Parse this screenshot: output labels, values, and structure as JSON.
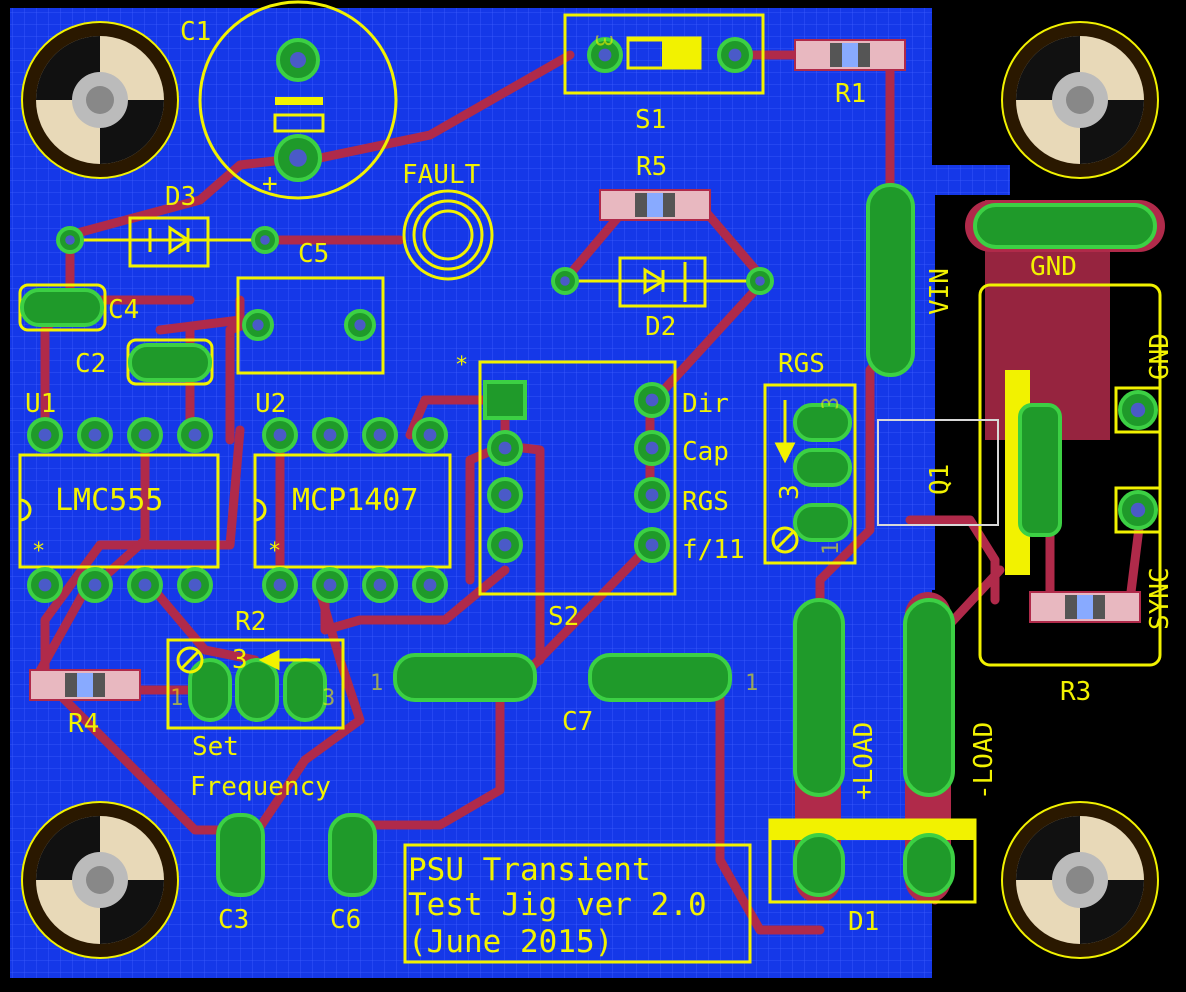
{
  "colors": {
    "background": "#000000",
    "board": "#1538e8",
    "grid": "#3d5cff",
    "trace": "#b02a4a",
    "silkscreen": "#f2f200",
    "pad_copper": "#1f9a2a",
    "pad_ring": "#3cd044",
    "drill": "#4a5ac8",
    "keepout": "#d8d8d8"
  },
  "labels": {
    "c1": "C1",
    "c2": "C2",
    "c3": "C3",
    "c4": "C4",
    "c5": "C5",
    "c6": "C6",
    "c7": "C7",
    "d1": "D1",
    "d2": "D2",
    "d3": "D3",
    "r1": "R1",
    "r2": "R2",
    "r3": "R3",
    "r4": "R4",
    "r5": "R5",
    "s1": "S1",
    "s2": "S2",
    "u1": "U1",
    "u2": "U2",
    "q1": "Q1",
    "fault": "FAULT",
    "lmc555": "LMC555",
    "mcp1407": "MCP1407",
    "vin": "VIN",
    "gnd_top": "GND",
    "gnd_side": "GND",
    "sync": "SYNC",
    "plus_load": "+LOAD",
    "minus_load": "-LOAD",
    "rgs": "RGS",
    "dir": "Dir",
    "cap": "Cap",
    "rgs_pin": "RGS",
    "f11": "f/11",
    "set": "Set",
    "frequency": "Frequency",
    "pot_num_r2": "3",
    "pot_num_rgs": "3",
    "pin_r2_left": "1",
    "pin_r2_right": "3",
    "pin_rgs_top": "3",
    "pin_rgs_bottom": "1",
    "pin_header_left": "1",
    "pin_header_right": "1",
    "s1_pin": "3",
    "plus_mark": "+"
  },
  "title_block": {
    "line1": "PSU Transient",
    "line2": "Test Jig ver 2.0",
    "line3": "(June 2015)"
  },
  "icons": {
    "mounting_hole": "mounting-hole-icon",
    "led": "led-icon",
    "diode": "diode-icon",
    "potentiometer": "potentiometer-icon",
    "arrow": "arrow-icon"
  }
}
